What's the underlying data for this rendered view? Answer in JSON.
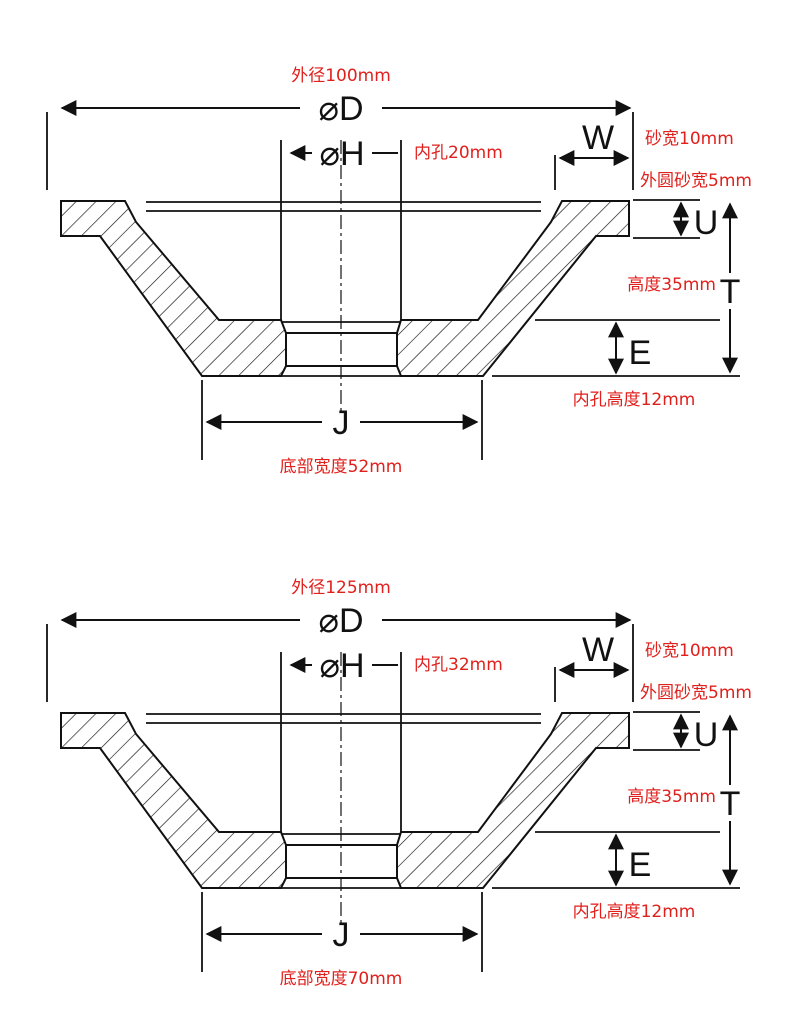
{
  "colors": {
    "annotation": "#e0201c",
    "line": "#111111",
    "background": "#ffffff"
  },
  "symbols": {
    "D": "⌀D",
    "H": "⌀H",
    "W": "W",
    "U": "U",
    "T": "T",
    "E": "E",
    "J": "J"
  },
  "drawings": [
    {
      "outer_diameter": "外径100mm",
      "hole": "内孔20mm",
      "sand_width": "砂宽10mm",
      "outer_sand_width": "外圆砂宽5mm",
      "height": "高度35mm",
      "hole_height": "内孔高度12mm",
      "bottom_width": "底部宽度52mm"
    },
    {
      "outer_diameter": "外径125mm",
      "hole": "内孔32mm",
      "sand_width": "砂宽10mm",
      "outer_sand_width": "外圆砂宽5mm",
      "height": "高度35mm",
      "hole_height": "内孔高度12mm",
      "bottom_width": "底部宽度70mm"
    }
  ]
}
